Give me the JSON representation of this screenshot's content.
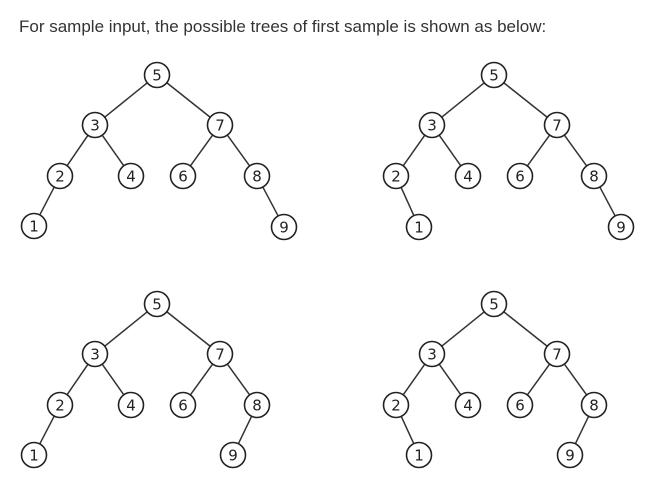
{
  "caption": "For sample input, the possible trees of first sample is shown as below:",
  "trees": [
    {
      "id": "tree-1",
      "nodes": [
        "5",
        "3",
        "7",
        "2",
        "4",
        "6",
        "8",
        "1",
        "9"
      ],
      "edges": [
        [
          "5",
          "3"
        ],
        [
          "5",
          "7"
        ],
        [
          "3",
          "2"
        ],
        [
          "3",
          "4"
        ],
        [
          "7",
          "6"
        ],
        [
          "7",
          "8"
        ],
        [
          "2",
          "1"
        ],
        [
          "8",
          "9"
        ]
      ]
    },
    {
      "id": "tree-2",
      "nodes": [
        "5",
        "3",
        "7",
        "2",
        "4",
        "6",
        "8",
        "1",
        "9"
      ],
      "edges": [
        [
          "5",
          "3"
        ],
        [
          "5",
          "7"
        ],
        [
          "3",
          "2"
        ],
        [
          "3",
          "4"
        ],
        [
          "7",
          "6"
        ],
        [
          "7",
          "8"
        ],
        [
          "2",
          "1"
        ],
        [
          "8",
          "9"
        ]
      ]
    },
    {
      "id": "tree-3",
      "nodes": [
        "5",
        "3",
        "7",
        "2",
        "4",
        "6",
        "8",
        "1",
        "9"
      ],
      "edges": [
        [
          "5",
          "3"
        ],
        [
          "5",
          "7"
        ],
        [
          "3",
          "2"
        ],
        [
          "3",
          "4"
        ],
        [
          "7",
          "6"
        ],
        [
          "7",
          "8"
        ],
        [
          "2",
          "1"
        ],
        [
          "8",
          "9"
        ]
      ]
    },
    {
      "id": "tree-4",
      "nodes": [
        "5",
        "3",
        "7",
        "2",
        "4",
        "6",
        "8",
        "1",
        "9"
      ],
      "edges": [
        [
          "5",
          "3"
        ],
        [
          "5",
          "7"
        ],
        [
          "3",
          "2"
        ],
        [
          "3",
          "4"
        ],
        [
          "7",
          "6"
        ],
        [
          "7",
          "8"
        ],
        [
          "2",
          "1"
        ],
        [
          "8",
          "9"
        ]
      ]
    }
  ]
}
